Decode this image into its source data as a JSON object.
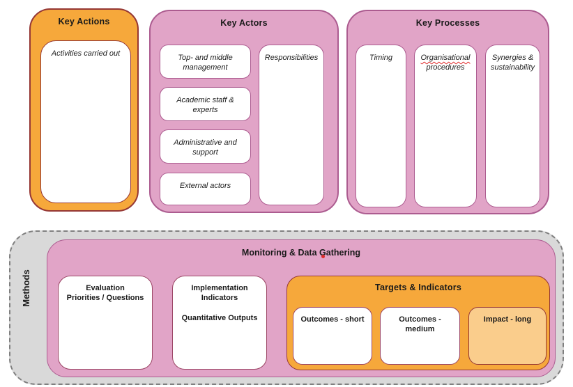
{
  "palette": {
    "orange": "#F6A83B",
    "orange_light": "#FACD8C",
    "pink": "#E1A4C7",
    "pink_border": "#AC5C90",
    "maroon": "#953735",
    "rose_border": "#9B4565",
    "gray_fill": "#D9D9D9",
    "gray_border": "#7F7F7F",
    "red_mark": "#E02B2B",
    "text": "#1A1A1A"
  },
  "key_actions": {
    "title": "Key Actions",
    "item_label": "Activities carried out"
  },
  "key_actors": {
    "title": "Key Actors",
    "left_items": [
      "Top- and middle management",
      "Academic staff & experts",
      "Administrative and support",
      "External actors"
    ],
    "right_item": "Responsibilities"
  },
  "key_processes": {
    "title": "Key Processes",
    "columns": [
      {
        "label": "Timing"
      },
      {
        "label_line1": "Organisational",
        "label_line2": "procedures"
      },
      {
        "label": "Synergies & sustainability"
      }
    ]
  },
  "methods": {
    "label": "Methods",
    "monitoring": {
      "title_prefix": "Monitoring & Data ",
      "title_marked_word": "Gathering",
      "evaluation_line1": "Evaluation",
      "evaluation_line2": "Priorities / Questions",
      "implementation_line1": "Implementation Indicators",
      "implementation_line2": "Quantitative Outputs",
      "targets": {
        "title": "Targets & Indicators",
        "items": [
          "Outcomes - short",
          "Outcomes - medium",
          "Impact - long"
        ]
      }
    }
  }
}
